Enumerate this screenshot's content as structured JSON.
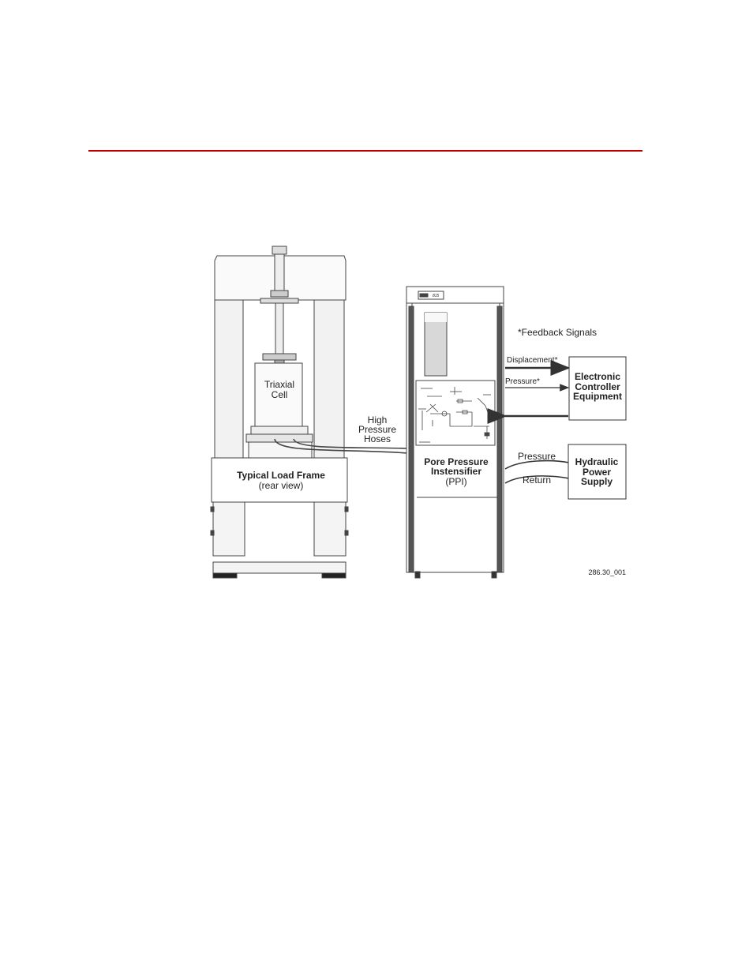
{
  "colors": {
    "rule": "#c00000",
    "stroke": "#333333",
    "fill_light": "#f2f2f2",
    "fill_mid": "#d9d9d9",
    "fill_dark": "#555555"
  },
  "figure": {
    "triaxial_cell": [
      "Triaxial",
      "Cell"
    ],
    "high_pressure_hoses": [
      "High",
      "Pressure",
      "Hoses"
    ],
    "load_frame": {
      "title": "Typical Load Frame",
      "subtitle": "(rear view)"
    },
    "ppi": {
      "line1": "Pore Pressure",
      "line2": "Instensifier",
      "line3": "(PPI)",
      "panel_text": "815"
    },
    "feedback_signals": "*Feedback Signals",
    "displacement": "Displacement*",
    "pressure_fb": "Pressure*",
    "controller": [
      "Electronic",
      "Controller",
      "Equipment"
    ],
    "pressure": "Pressure",
    "return": "Return",
    "hps": [
      "Hydraulic",
      "Power",
      "Supply"
    ],
    "figure_id": "286.30_001"
  }
}
